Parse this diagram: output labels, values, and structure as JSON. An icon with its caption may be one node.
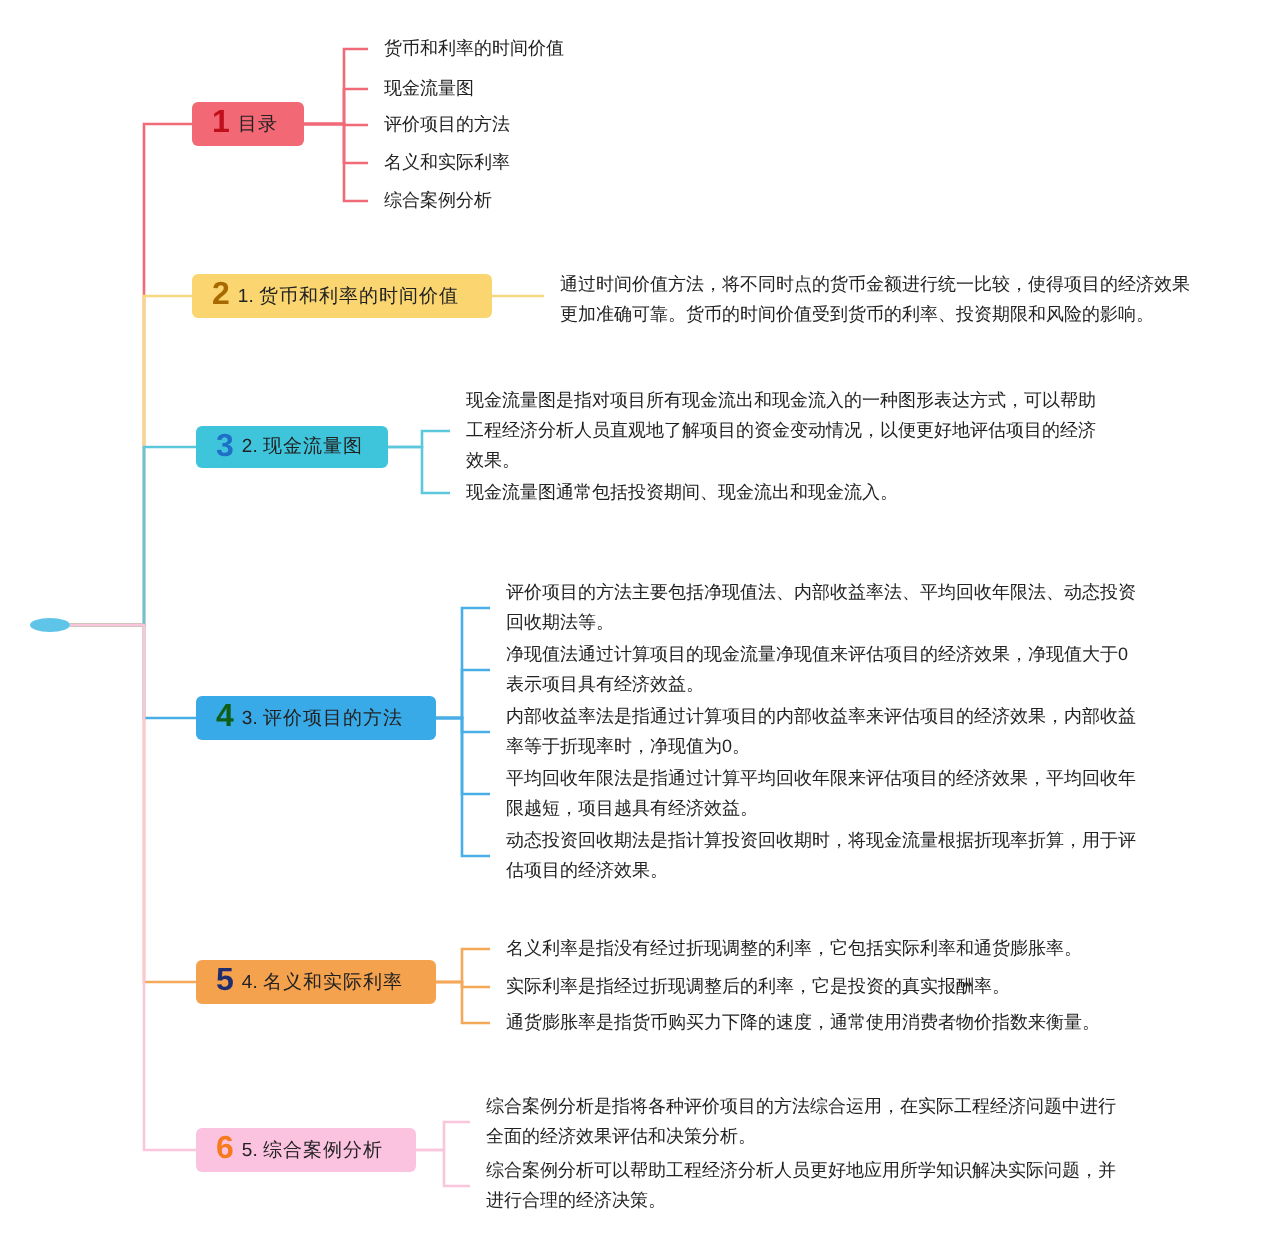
{
  "diagram": {
    "nodes": [
      {
        "text": [],
        "shape": "ellipse"
      },
      {
        "text": [
          "1",
          "目录"
        ]
      },
      {
        "text": [
          "货币和利率的时间价值"
        ]
      },
      {
        "text": [
          "现金流量图"
        ]
      },
      {
        "text": [
          "评价项目的方法"
        ]
      },
      {
        "text": [
          "名义和实际利率"
        ]
      },
      {
        "text": [
          "综合案例分析"
        ]
      },
      {
        "text": [
          "2",
          "1. 货币和利率的时间价值"
        ]
      },
      {
        "text": [
          "通过时间价值方法，将不同时点的货币金额进行统一比较，使得项目的经济效果更加准确可靠。货币的时间价值受到货币的利率、投资期限和风险的影响。"
        ]
      },
      {
        "text": [
          "3",
          "2. 现金流量图"
        ]
      },
      {
        "text": [
          "现金流量图是指对项目所有现金流出和现金流入的一种图形表达方式，可以帮助工程经济分析人员直观地了解项目的资金变动情况，以便更好地评估项目的经济效果。"
        ]
      },
      {
        "text": [
          "现金流量图通常包括投资期间、现金流出和现金流入。"
        ]
      },
      {
        "text": [
          "4",
          "3. 评价项目的方法"
        ]
      },
      {
        "text": [
          "评价项目的方法主要包括净现值法、内部收益率法、平均回收年限法、动态投资回收期法等。"
        ]
      },
      {
        "text": [
          "净现值法通过计算项目的现金流量净现值来评估项目的经济效果，净现值大于0表示项目具有经济效益。"
        ]
      },
      {
        "text": [
          "内部收益率法是指通过计算项目的内部收益率来评估项目的经济效果，内部收益率等于折现率时，净现值为0。"
        ]
      },
      {
        "text": [
          "平均回收年限法是指通过计算平均回收年限来评估项目的经济效果，平均回收年限越短，项目越具有经济效益。"
        ]
      },
      {
        "text": [
          "动态投资回收期法是指计算投资回收期时，将现金流量根据折现率折算，用于评估项目的经济效果。"
        ]
      },
      {
        "text": [
          "5",
          "4. 名义和实际利率"
        ]
      },
      {
        "text": [
          "名义利率是指没有经过折现调整的利率，它包括实际利率和通货膨胀率。"
        ]
      },
      {
        "text": [
          "实际利率是指经过折现调整后的利率，它是投资的真实报酬率。"
        ]
      },
      {
        "text": [
          "通货膨胀率是指货币购买力下降的速度，通常使用消费者物价指数来衡量。"
        ]
      },
      {
        "text": [
          "6",
          "5. 综合案例分析"
        ]
      },
      {
        "text": [
          "综合案例分析是指将各种评价项目的方法综合运用，在实际工程经济问题中进行全面的经济效果评估和决策分析。"
        ]
      },
      {
        "text": [
          "综合案例分析可以帮助工程经济分析人员更好地应用所学知识解决实际问题，并进行合理的经济决策。"
        ]
      }
    ],
    "edges": [
      {
        "from": 0,
        "to": 1,
        "arrow": "none",
        "color": "#f06a78"
      },
      {
        "from": 1,
        "to": 2,
        "arrow": "none",
        "color": "#f06a78"
      },
      {
        "from": 1,
        "to": 3,
        "arrow": "none",
        "color": "#f06a78"
      },
      {
        "from": 1,
        "to": 4,
        "arrow": "none",
        "color": "#f06a78"
      },
      {
        "from": 1,
        "to": 5,
        "arrow": "none",
        "color": "#f06a78"
      },
      {
        "from": 1,
        "to": 6,
        "arrow": "none",
        "color": "#f06a78"
      },
      {
        "from": 0,
        "to": 7,
        "arrow": "none",
        "color": "#f9d77e"
      },
      {
        "from": 7,
        "to": 8,
        "arrow": "none",
        "color": "#f9d77e"
      },
      {
        "from": 0,
        "to": 9,
        "arrow": "none",
        "color": "#5bc8dc"
      },
      {
        "from": 9,
        "to": 10,
        "arrow": "none",
        "color": "#5bc8dc"
      },
      {
        "from": 9,
        "to": 11,
        "arrow": "none",
        "color": "#5bc8dc"
      },
      {
        "from": 0,
        "to": 12,
        "arrow": "none",
        "color": "#4aaee6"
      },
      {
        "from": 12,
        "to": 13,
        "arrow": "none",
        "color": "#4aaee6"
      },
      {
        "from": 12,
        "to": 14,
        "arrow": "none",
        "color": "#4aaee6"
      },
      {
        "from": 12,
        "to": 15,
        "arrow": "none",
        "color": "#4aaee6"
      },
      {
        "from": 12,
        "to": 16,
        "arrow": "none",
        "color": "#4aaee6"
      },
      {
        "from": 12,
        "to": 17,
        "arrow": "none",
        "color": "#4aaee6"
      },
      {
        "from": 0,
        "to": 18,
        "arrow": "none",
        "color": "#f4a95a"
      },
      {
        "from": 18,
        "to": 19,
        "arrow": "none",
        "color": "#f4a95a"
      },
      {
        "from": 18,
        "to": 20,
        "arrow": "none",
        "color": "#f4a95a"
      },
      {
        "from": 18,
        "to": 21,
        "arrow": "none",
        "color": "#f4a95a"
      },
      {
        "from": 0,
        "to": 22,
        "arrow": "none",
        "color": "#f9c6dc"
      },
      {
        "from": 22,
        "to": 23,
        "arrow": "none",
        "color": "#f9c6dc"
      },
      {
        "from": 22,
        "to": 24,
        "arrow": "none",
        "color": "#f9c6dc"
      }
    ]
  }
}
